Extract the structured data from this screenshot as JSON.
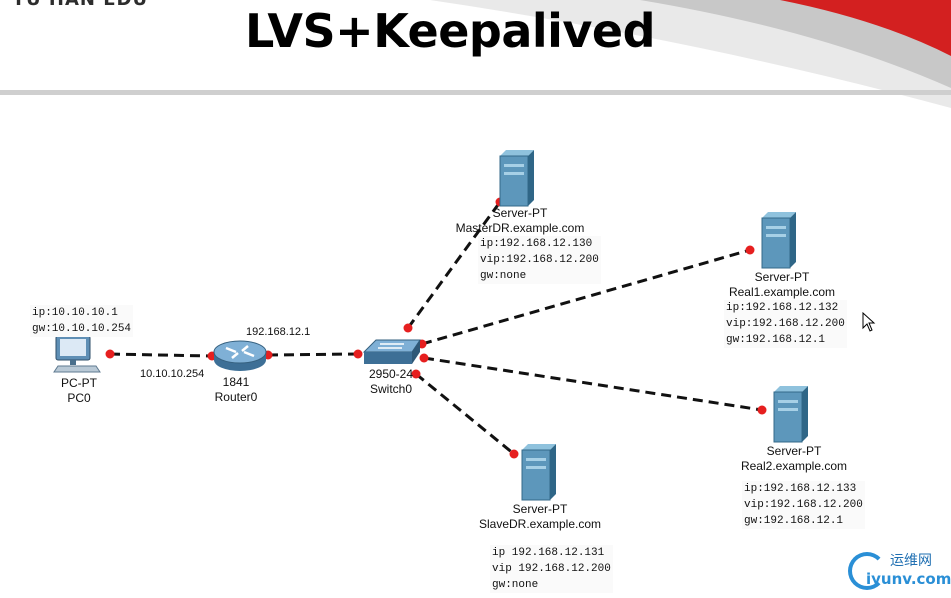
{
  "header": {
    "brand": "YU HAN EDU",
    "title": "LVS+Keepalived"
  },
  "devices": {
    "pc0": {
      "model": "PC-PT",
      "name": "PC0"
    },
    "router0": {
      "model": "1841",
      "name": "Router0"
    },
    "switch0": {
      "model": "2950-24",
      "name": "Switch0"
    },
    "master": {
      "model": "Server-PT",
      "name": "MasterDR.example.com"
    },
    "slave": {
      "model": "Server-PT",
      "name": "SlaveDR.example.com"
    },
    "real1": {
      "model": "Server-PT",
      "name": "Real1.example.com"
    },
    "real2": {
      "model": "Server-PT",
      "name": "Real2.example.com"
    }
  },
  "configs": {
    "pc0": [
      "ip:10.10.10.1",
      "gw:10.10.10.254"
    ],
    "master": [
      "ip:192.168.12.130",
      "vip:192.168.12.200",
      "gw:none"
    ],
    "real1": [
      "ip:192.168.12.132",
      "vip:192.168.12.200",
      "gw:192.168.12.1"
    ],
    "real2": [
      "ip:192.168.12.133",
      "vip:192.168.12.200",
      "gw:192.168.12.1"
    ],
    "slave": [
      "ip 192.168.12.131",
      "vip 192.168.12.200",
      "gw:none"
    ]
  },
  "interfaces": {
    "router_lan": "10.10.10.254",
    "router_wan": "192.168.12.1"
  },
  "watermark": {
    "cn": "运维网",
    "en": "iyunv.com"
  }
}
